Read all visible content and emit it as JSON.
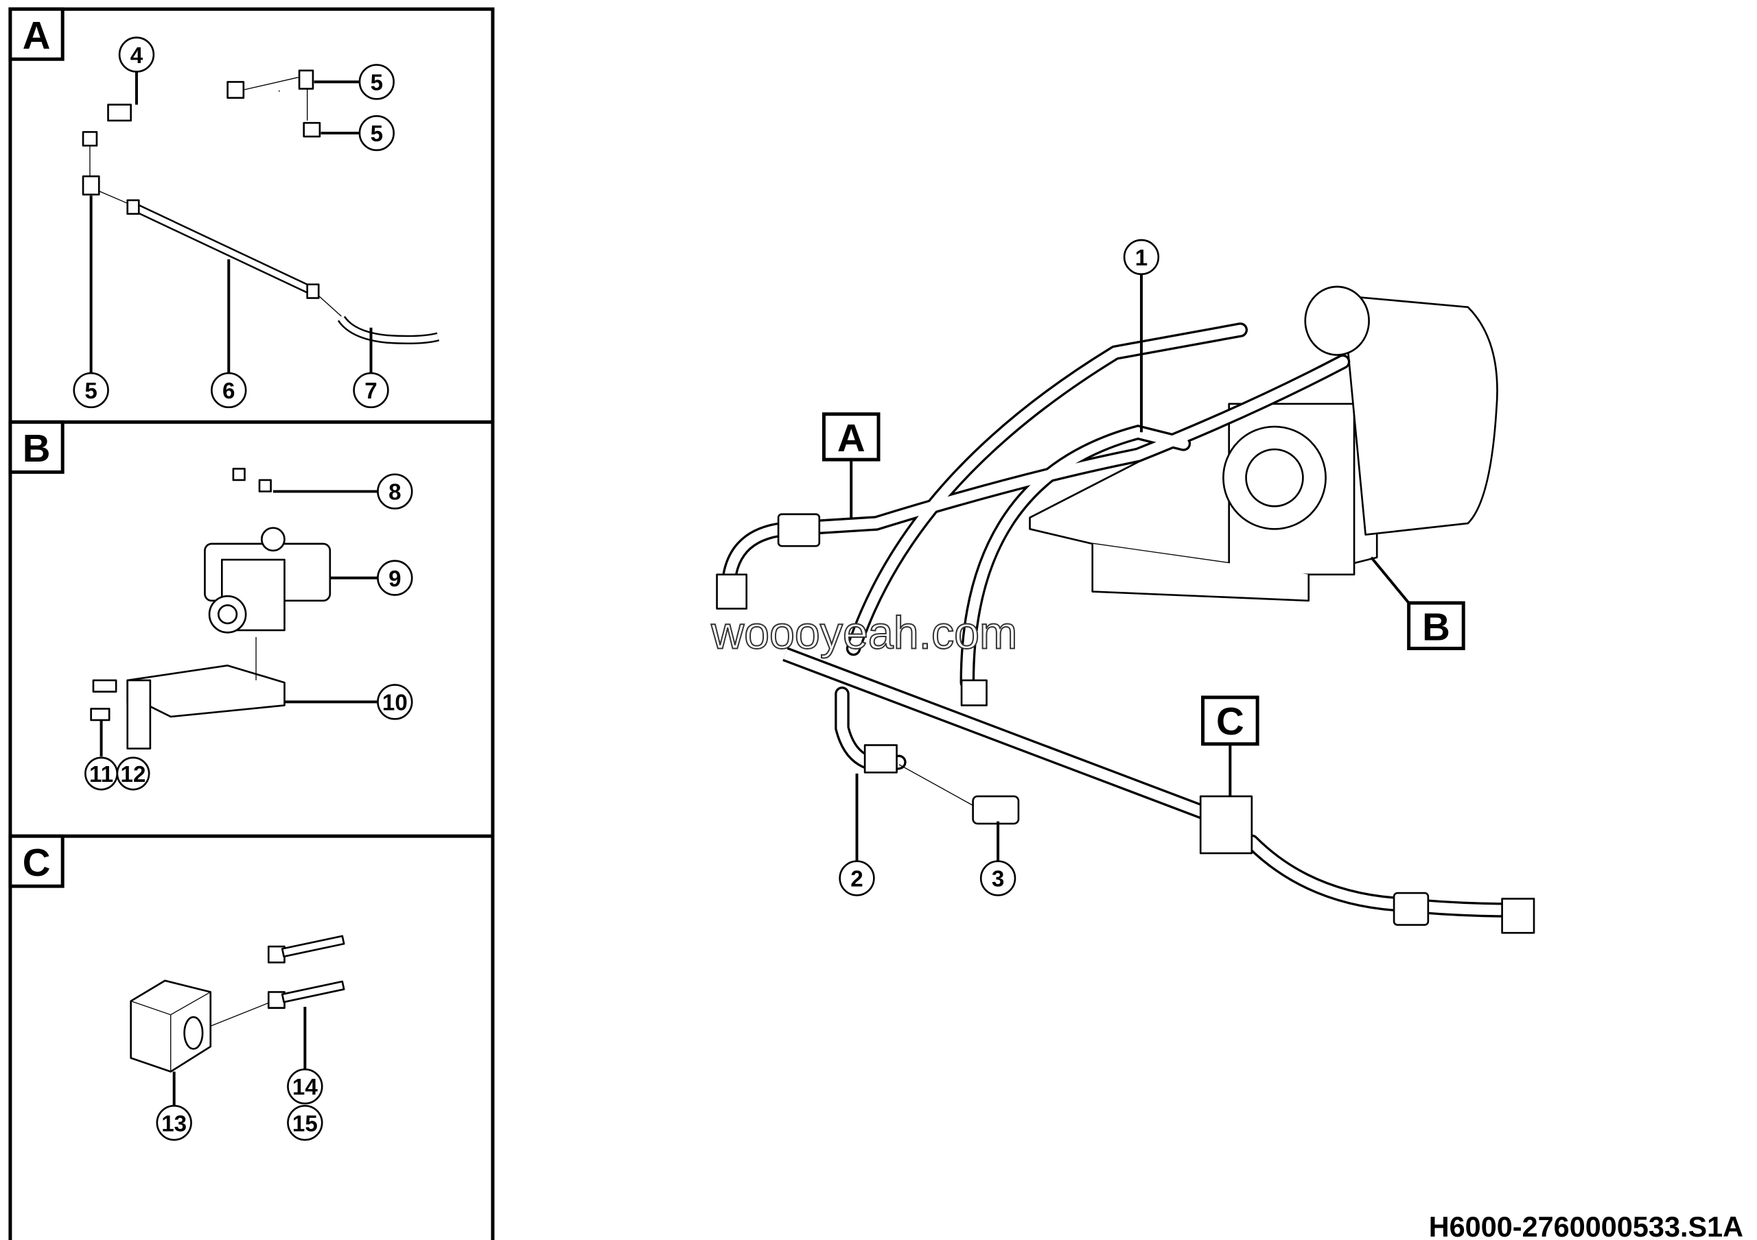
{
  "panels": [
    {
      "label": "A",
      "callouts": [
        "4",
        "5",
        "5",
        "5",
        "6",
        "7"
      ]
    },
    {
      "label": "B",
      "callouts": [
        "8",
        "9",
        "10",
        "11",
        "12"
      ]
    },
    {
      "label": "C",
      "callouts": [
        "13",
        "14",
        "15"
      ]
    }
  ],
  "main": {
    "callouts": [
      "1",
      "2",
      "3"
    ],
    "section_labels": [
      "A",
      "B",
      "C"
    ]
  },
  "watermark": "woooyeah.com",
  "drawing_number": "H6000-2760000533.S1A"
}
